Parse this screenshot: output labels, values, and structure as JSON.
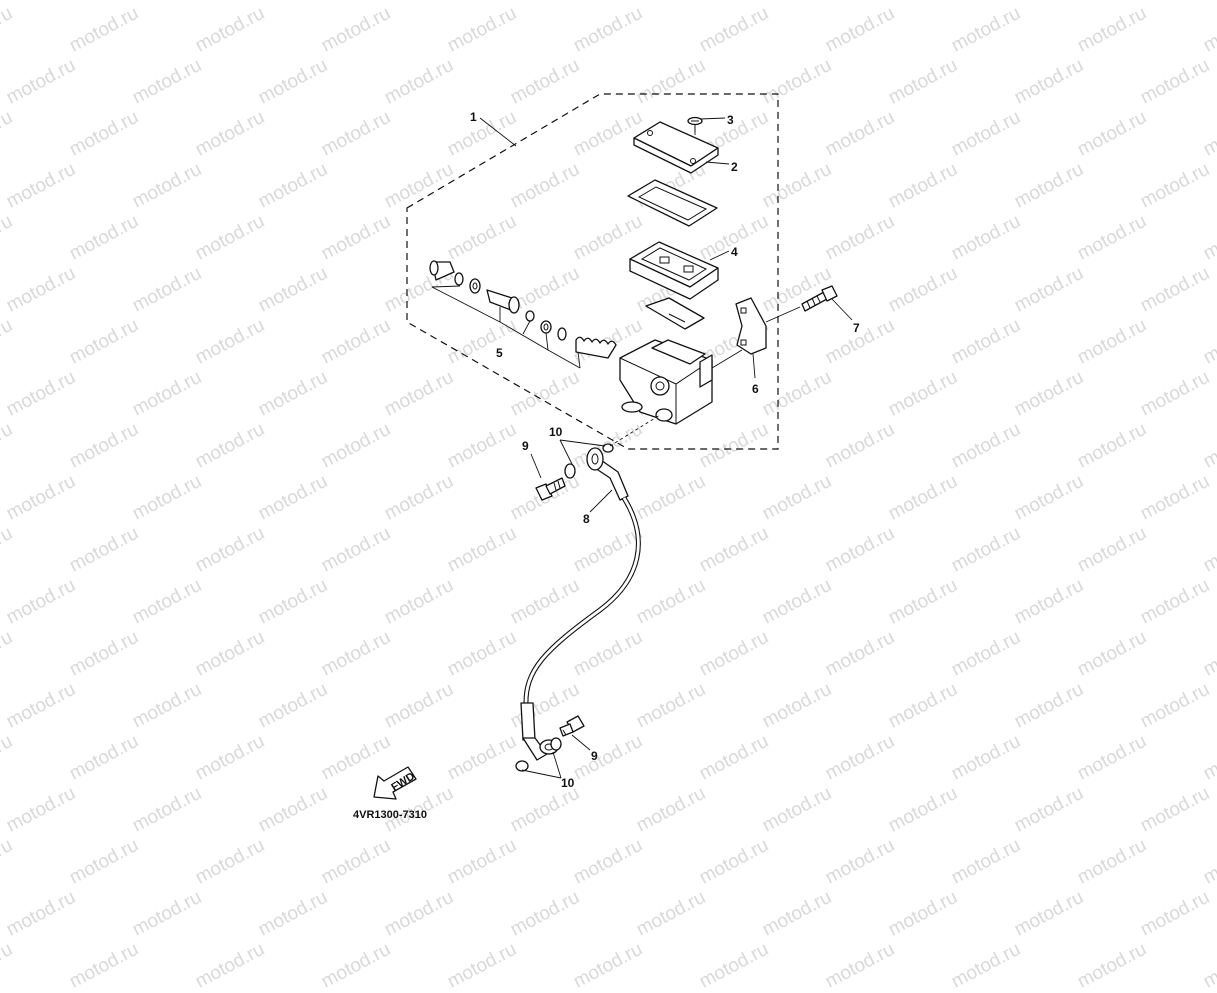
{
  "watermark": {
    "text": "motod.ru",
    "color": "#d9d9d9"
  },
  "callouts": {
    "c1": "1",
    "c2": "2",
    "c3": "3",
    "c4": "4",
    "c5": "5",
    "c6": "6",
    "c7": "7",
    "c8": "8",
    "c9a": "9",
    "c9b": "9",
    "c10a": "10",
    "c10b": "10"
  },
  "fwd_label": "FWD",
  "diagram_ref": "4VR1300-7310"
}
